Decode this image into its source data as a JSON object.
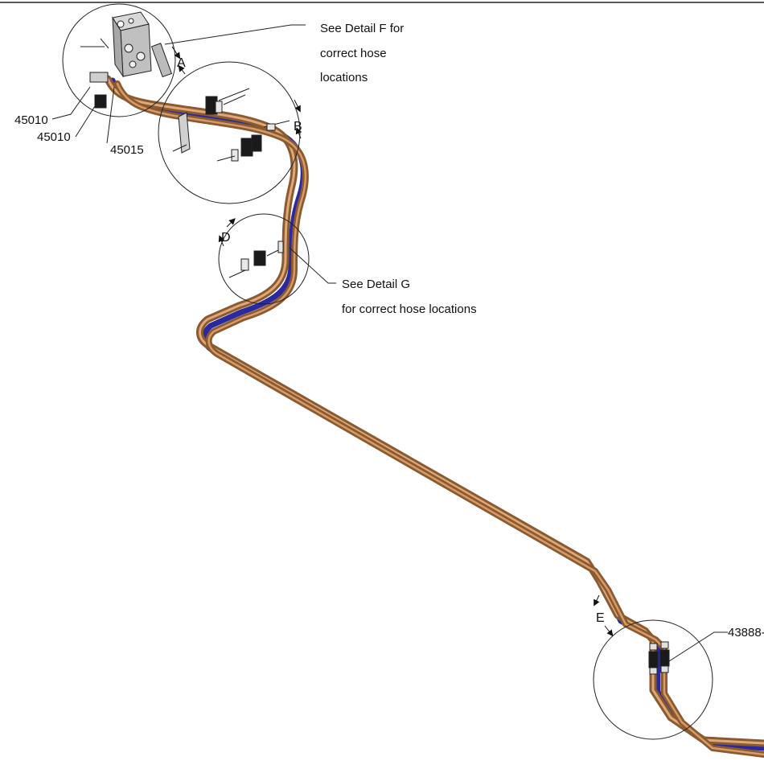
{
  "callouts": {
    "detail_f": [
      "See Detail F for",
      "correct hose",
      "locations"
    ],
    "detail_g": [
      "See Detail G",
      "for correct hose locations"
    ]
  },
  "part_numbers": {
    "p1": "45010",
    "p2": "45010",
    "p3": "45015",
    "p4": "43888-"
  },
  "detail_letters": {
    "a": "A",
    "b": "B",
    "d": "D",
    "e": "E"
  },
  "colors": {
    "hose_copper": "#b07040",
    "hose_copper_light": "#e0a878",
    "hose_blue": "#2a2a9e",
    "bracket_gray": "#c8c8c8",
    "rubber_black": "#1a1a1a",
    "line": "#222222"
  }
}
